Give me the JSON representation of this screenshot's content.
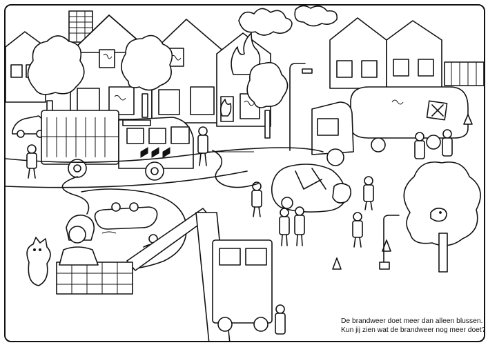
{
  "caption": {
    "line1": "De brandweer doet meer dan alleen blussen.",
    "line2": "Kun jij zien wat de brandweer nog meer doet?"
  },
  "colors": {
    "ink": "#111111",
    "paper": "#ffffff"
  },
  "illustration": {
    "style": "black-and-white line-art coloring page",
    "icons": [
      "fire-truck-icon",
      "tanker-truck-icon",
      "house-icon",
      "tree-icon",
      "ladder-platform-icon",
      "rubber-boat-icon",
      "traffic-cone-icon",
      "firefighter-icon",
      "cat-icon",
      "bird-icon",
      "crashed-car-icon",
      "street-lamp-icon",
      "hazard-sign-icon"
    ]
  }
}
